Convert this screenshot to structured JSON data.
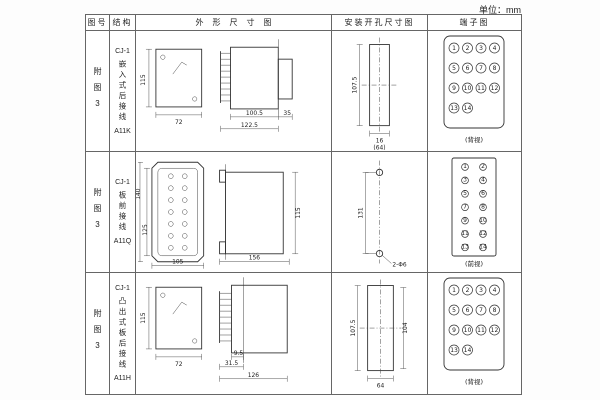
{
  "page": {
    "unit_label": "单位：mm"
  },
  "colors": {
    "ink": "#333333",
    "border": "#666666"
  },
  "table": {
    "headers": {
      "fig": "图号",
      "structure": "结构",
      "outline": "外形尺寸图",
      "mounting": "安装开孔尺寸图",
      "terminal": "端子图"
    }
  },
  "rows": [
    {
      "fig": "附图3",
      "model": "CJ-1",
      "type": "嵌入式后接线",
      "code": "A11K",
      "outline": {
        "h": "115",
        "w": "72",
        "d1": "100.5",
        "d2": "122.5",
        "d3": "35"
      },
      "mounting": {
        "h": "107.5",
        "w": "16",
        "w2": "(64)"
      },
      "terminal": {
        "view": "(背视)",
        "cols": 4,
        "numbers": [
          "1",
          "2",
          "3",
          "4",
          "5",
          "6",
          "7",
          "8",
          "9",
          "10",
          "11",
          "12",
          "13",
          "14"
        ]
      }
    },
    {
      "fig": "附图3",
      "model": "CJ-1",
      "type": "板前接线",
      "code": "A11Q",
      "outline": {
        "h_outer": "140",
        "h_inner": "125",
        "w": "105",
        "len": "156",
        "h_side": "115"
      },
      "mounting": {
        "h": "131",
        "holes": "2-Φ6"
      },
      "terminal": {
        "view": "(前视)",
        "cols": 2,
        "numbers": [
          "1",
          "2",
          "3",
          "4",
          "5",
          "6",
          "7",
          "8",
          "9",
          "10",
          "11",
          "12",
          "13",
          "14"
        ]
      }
    },
    {
      "fig": "附图3",
      "model": "CJ-1",
      "type": "凸出式板后接线",
      "code": "A11H",
      "outline": {
        "h": "115",
        "w": "72",
        "d1": "9.5",
        "d2": "31.5",
        "d3": "126"
      },
      "mounting": {
        "h1": "107.5",
        "h2": "104",
        "w": "64"
      },
      "terminal": {
        "view": "(背视)",
        "cols": 4,
        "numbers": [
          "1",
          "2",
          "3",
          "4",
          "5",
          "6",
          "7",
          "8",
          "9",
          "10",
          "11",
          "12",
          "13",
          "14"
        ]
      }
    }
  ]
}
